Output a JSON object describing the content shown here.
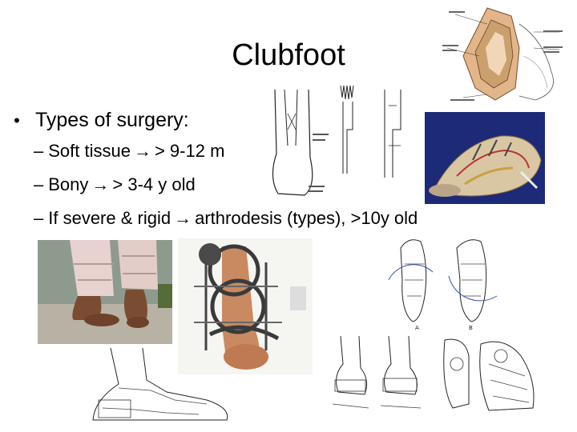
{
  "slide": {
    "title": "Clubfoot",
    "bullet": {
      "symbol": "•",
      "text": "Types of surgery:"
    },
    "sub_bullets": [
      {
        "dash": "–",
        "before": "Soft tissue",
        "arrow": "→",
        "after": "> 9-12 m"
      },
      {
        "dash": "–",
        "before": "Bony",
        "arrow": "→",
        "after": "> 3-4 y old"
      },
      {
        "dash": "–",
        "before": "If severe & rigid",
        "arrow": "→",
        "after": "arthrodesis (types), >10y old"
      }
    ]
  },
  "figures": {
    "ankle_illustration": {
      "icon": "ankle-anatomy-illustration"
    },
    "tendon_diagrams": {
      "icon": "tendon-lengthening-diagram"
    },
    "foot_model": {
      "icon": "foot-model-photo"
    },
    "feet_photo": {
      "icon": "child-feet-photo"
    },
    "fixator_photo": {
      "icon": "external-fixator-photo"
    },
    "foot_outline_sketch": {
      "icon": "foot-outline-sketch"
    },
    "foot_xray_sketches": {
      "icon": "foot-xray-sketches"
    },
    "ankle_sketches": {
      "icon": "ankle-sketches"
    },
    "foot_bones_sketch": {
      "icon": "foot-bones-sketch"
    }
  },
  "colors": {
    "text": "#000000",
    "background": "#ffffff",
    "foot_model_blue": "#1c2a78",
    "skin_tone": "#c98a62",
    "metal": "#3a3a3a"
  }
}
